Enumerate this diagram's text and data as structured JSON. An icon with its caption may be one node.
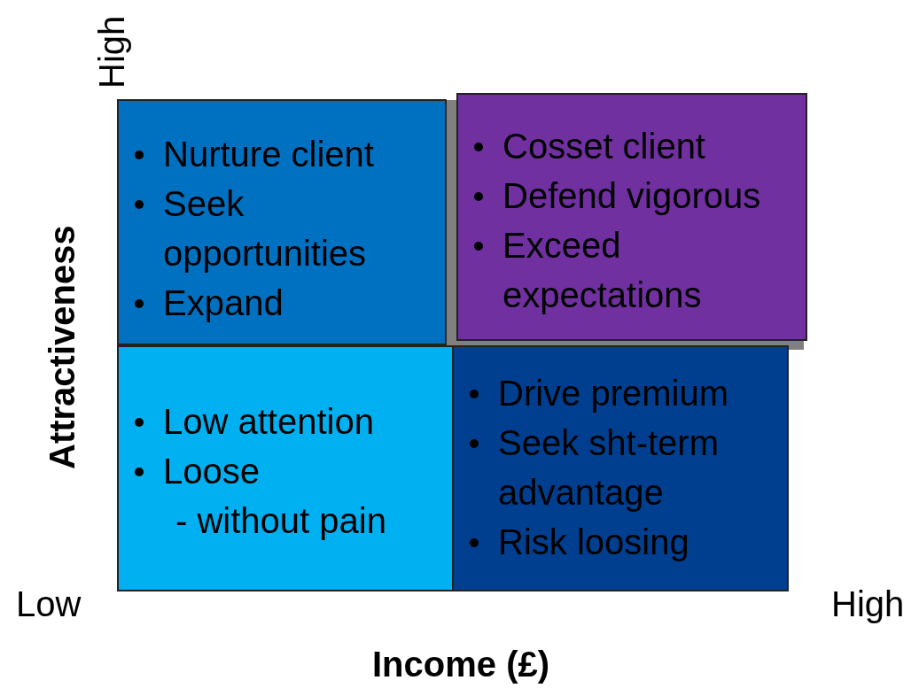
{
  "diagram": {
    "nodes": [
      {
        "text": [
          "Nurture client",
          "Seek opportunities",
          "Expand"
        ]
      },
      {
        "text": [
          "Cosset client",
          "Defend vigorous",
          "Exceed expectations"
        ]
      },
      {
        "text": [
          "Low attention",
          "Loose - without pain"
        ]
      },
      {
        "text": [
          "Drive premium",
          "Seek sht-term advantage",
          "Risk loosing"
        ]
      }
    ],
    "labels": [
      "High",
      "Attractiveness",
      "Low",
      "High",
      "Income (£)"
    ]
  }
}
